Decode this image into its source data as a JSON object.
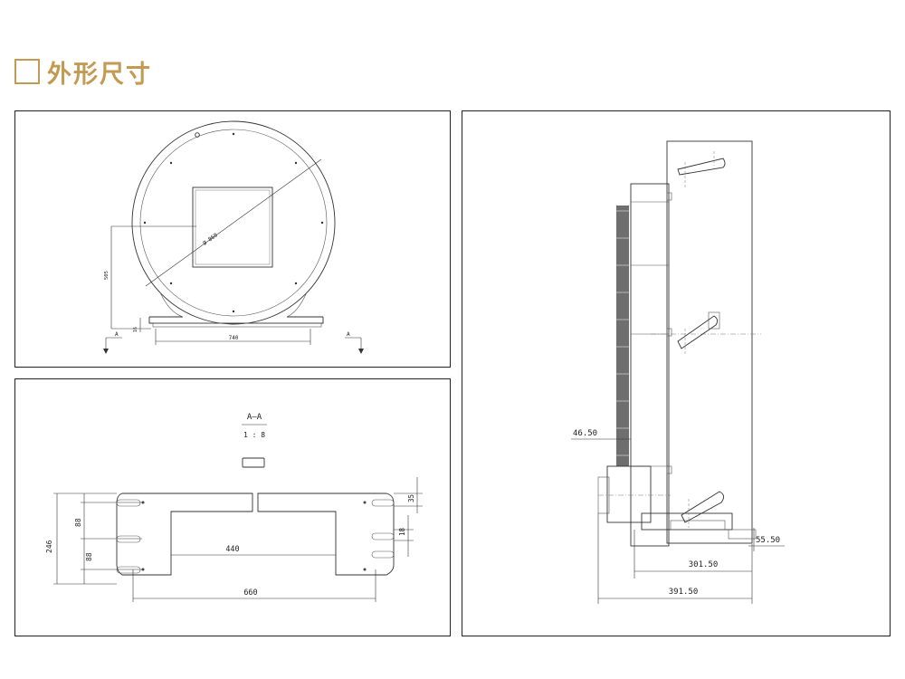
{
  "header": {
    "title": "外形尺寸"
  },
  "front_view": {
    "diameter_label": "Ø 860",
    "height_dim": "505",
    "base_dim": "16",
    "width_dim": "740",
    "section_mark": "A"
  },
  "section_view": {
    "title": "A—A",
    "scale": "1 : 8",
    "dims": {
      "total_height": "246",
      "pitch_1": "88",
      "pitch_2": "88",
      "inner_width": "440",
      "overall_width": "660",
      "slot_1": "35",
      "slot_2": "18"
    }
  },
  "side_view": {
    "dims": {
      "d1": "46.50",
      "d2": "55.50",
      "d3": "301.50",
      "d4": "391.50"
    }
  }
}
